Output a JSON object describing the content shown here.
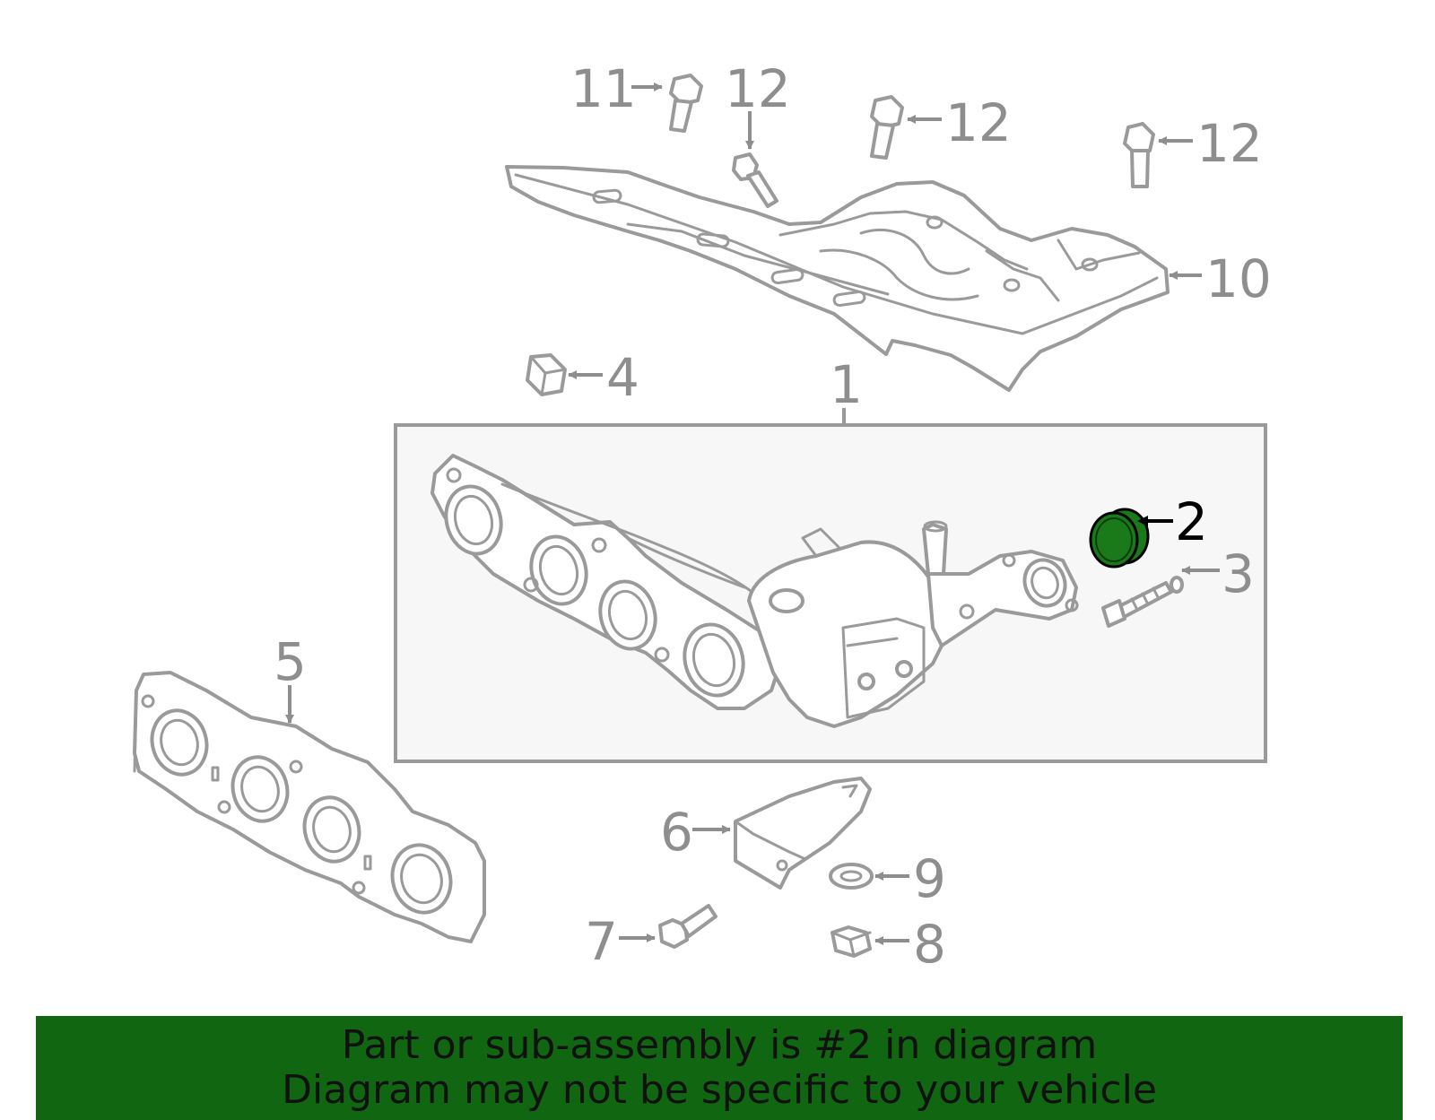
{
  "callouts": {
    "c1": "1",
    "c2": "2",
    "c3": "3",
    "c4": "4",
    "c5": "5",
    "c6": "6",
    "c7": "7",
    "c8": "8",
    "c9": "9",
    "c10": "10",
    "c11": "11",
    "c12a": "12",
    "c12b": "12",
    "c12c": "12"
  },
  "highlighted_part": "2",
  "colors": {
    "banner_bg": "#116611",
    "highlight_part": "#1a7a1a",
    "line_gray": "#9a9a9a",
    "assembly_box_fill": "#f7f7f7"
  },
  "banner": {
    "line1": "Part or sub-assembly is #2 in diagram",
    "line2": "Diagram may not be specific to your vehicle"
  }
}
